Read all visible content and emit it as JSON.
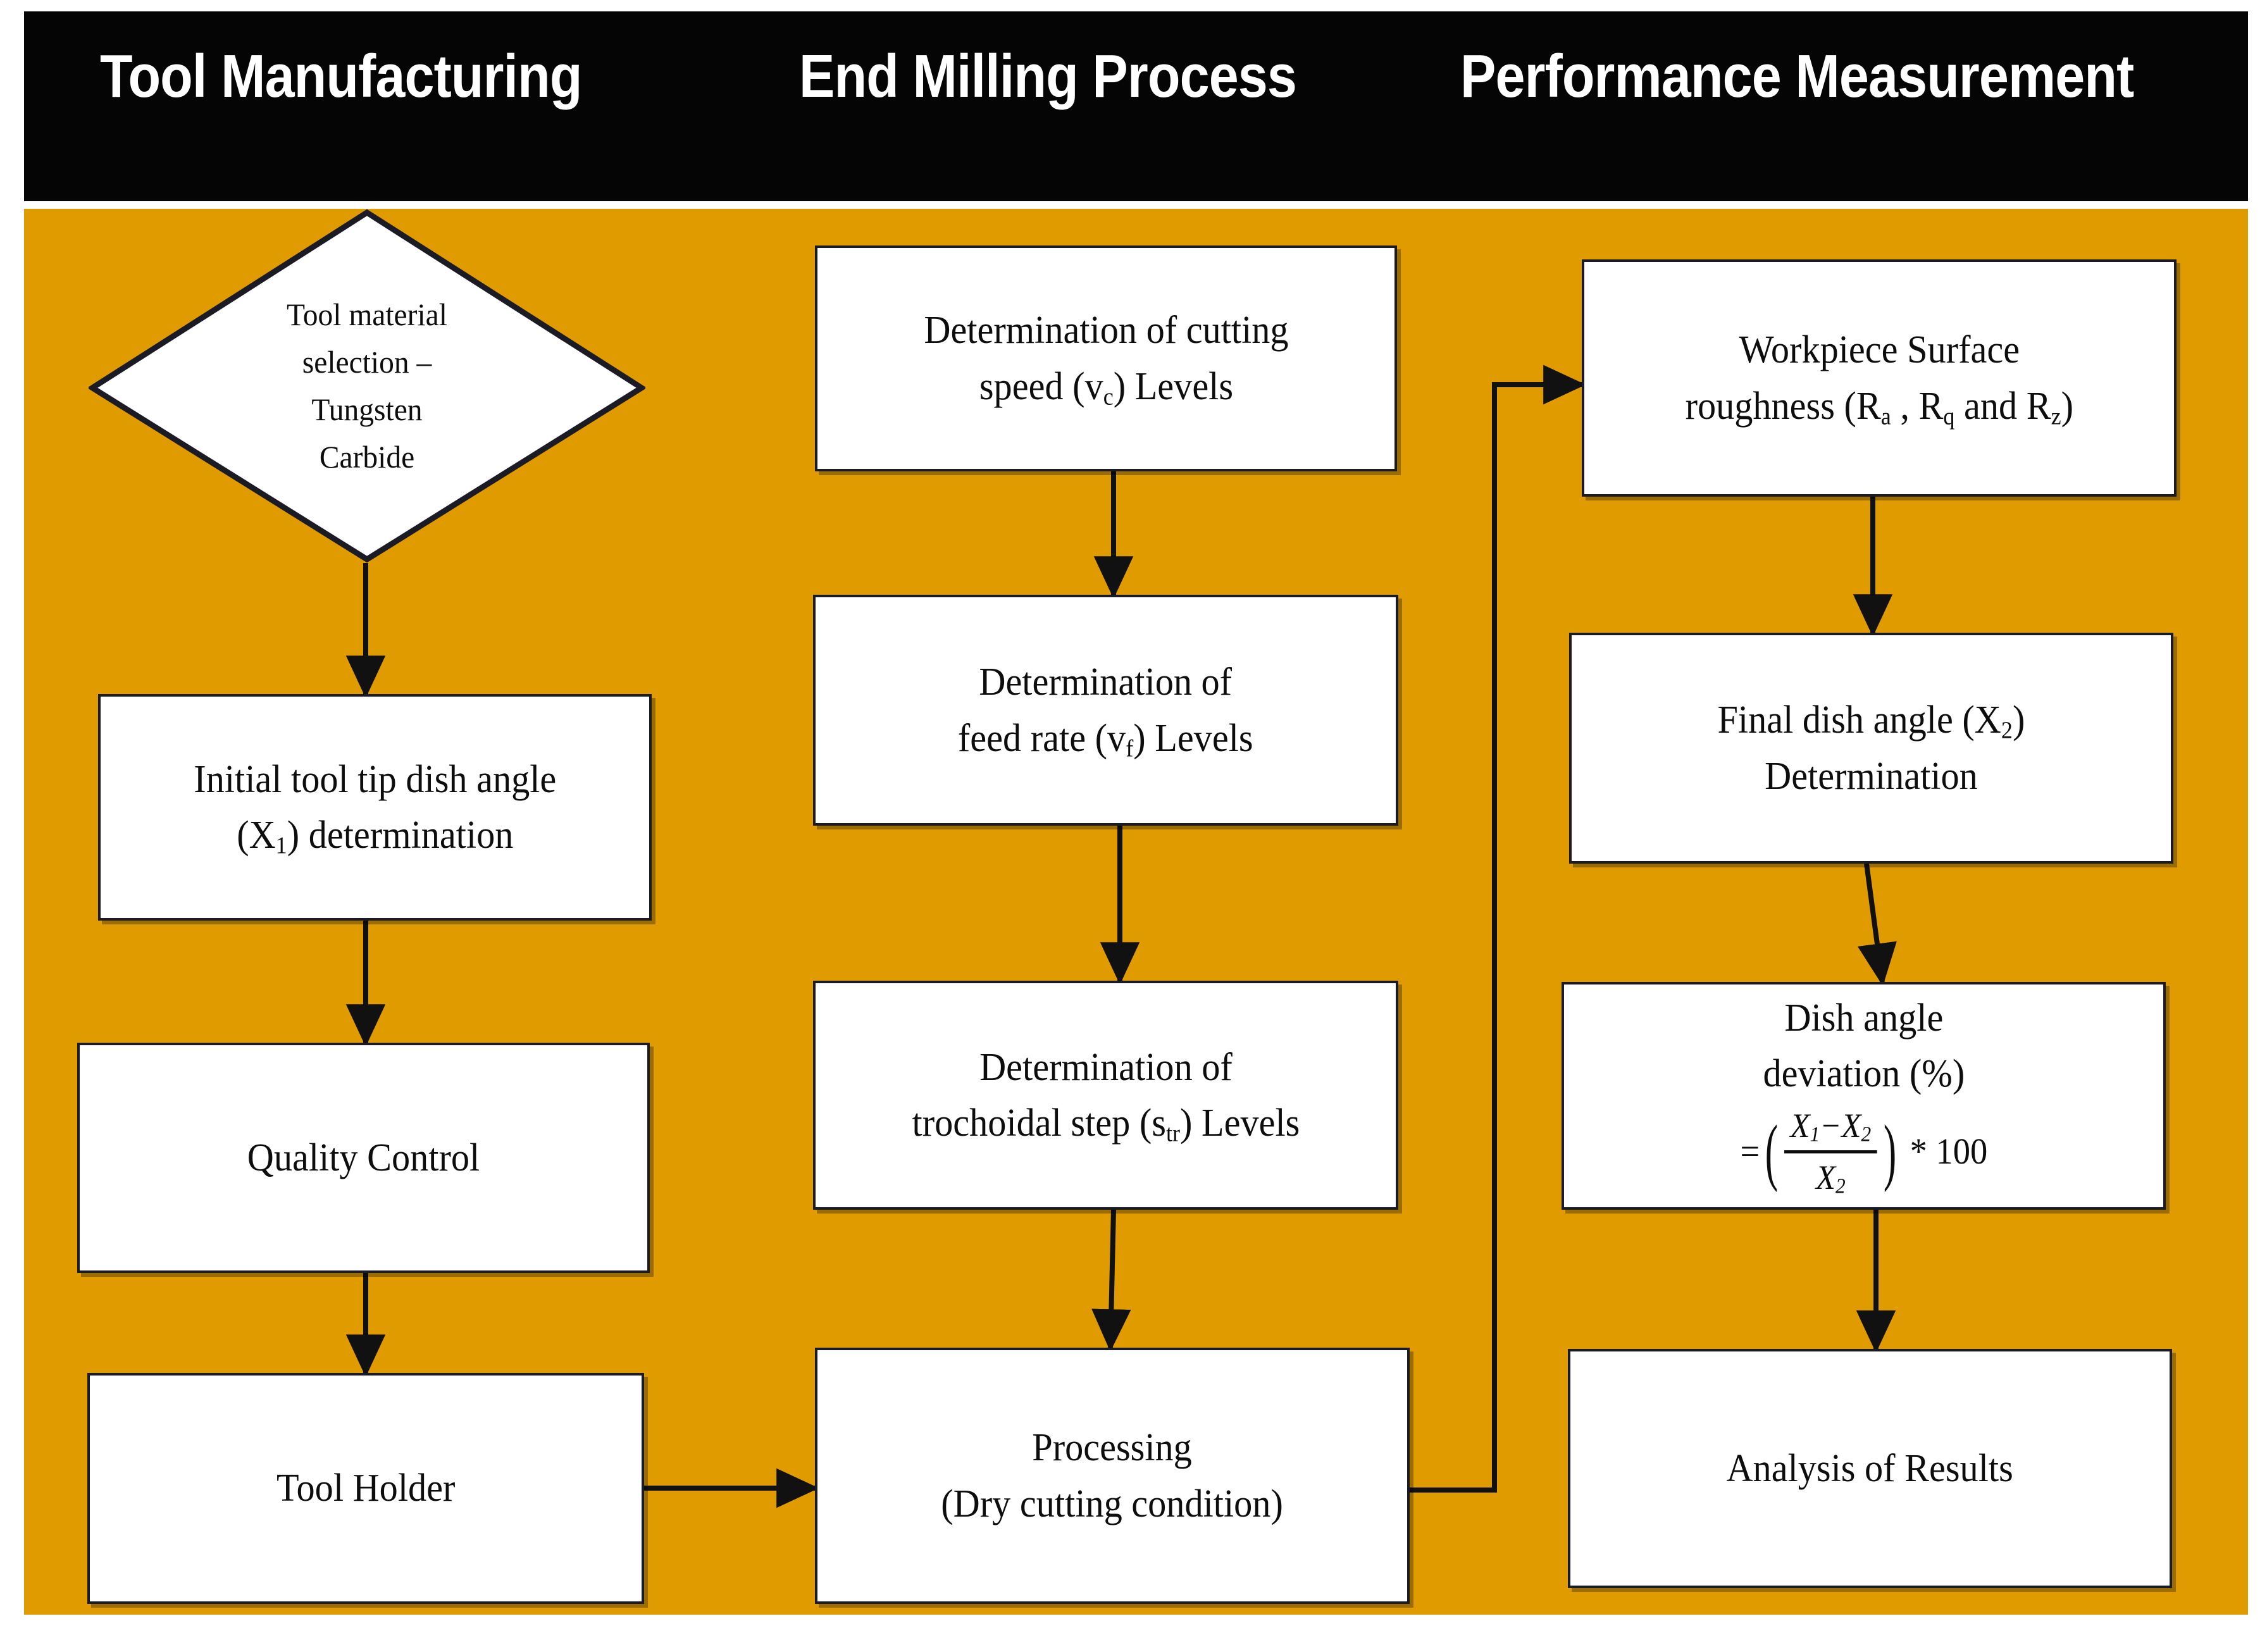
{
  "header": {
    "columns": [
      {
        "label": "Tool Manufacturing"
      },
      {
        "label": "End Milling Process"
      },
      {
        "label": "Performance Measurement"
      }
    ],
    "background_color": "#050505",
    "text_color": "#ffffff"
  },
  "panel": {
    "background_color": "#DF9B00"
  },
  "columns": {
    "tool_manufacturing": {
      "decision": {
        "shape": "diamond",
        "line1": "Tool material",
        "line2": "selection –",
        "line3": "Tungsten",
        "line4": "Carbide"
      },
      "steps": [
        {
          "line1": "Initial tool tip dish angle",
          "line2_pre": "(X",
          "line2_sub": "1",
          "line2_post": ") determination"
        },
        {
          "line1": "Quality Control"
        },
        {
          "line1": "Tool Holder"
        }
      ]
    },
    "end_milling_process": {
      "steps": [
        {
          "line1": "Determination of cutting",
          "line2_pre": "speed (v",
          "line2_sub": "c",
          "line2_post": ") Levels"
        },
        {
          "line1": "Determination of",
          "line2_pre": "feed rate (v",
          "line2_sub": "f",
          "line2_post": ") Levels"
        },
        {
          "line1": "Determination of",
          "line2_pre": "trochoidal step (s",
          "line2_sub": "tr",
          "line2_post": ") Levels"
        },
        {
          "line1": "Processing",
          "line2": "(Dry cutting condition)"
        }
      ]
    },
    "performance_measurement": {
      "steps": [
        {
          "line1": "Workpiece Surface",
          "line2_a": "roughness (R",
          "sub_a": "a",
          "line2_b": " , R",
          "sub_b": "q",
          "line2_c": " and R",
          "sub_c": "z",
          "line2_d": ")"
        },
        {
          "line1_pre": "Final dish angle (X",
          "line1_sub": "2",
          "line1_post": ")",
          "line2": "Determination"
        },
        {
          "line1": "Dish angle",
          "line2": "deviation (%)",
          "formula": {
            "eq": "=",
            "numerator_x1": "X",
            "numerator_sub1": "1",
            "minus": "−",
            "numerator_x2": "X",
            "numerator_sub2": "2",
            "denominator_x": "X",
            "denominator_sub": "2",
            "times": "* 100"
          }
        },
        {
          "line1": "Analysis of Results"
        }
      ]
    }
  },
  "edges": [
    {
      "from": "tool-material-selection-diamond",
      "to": "initial-dish-angle-box",
      "type": "vertical-arrow"
    },
    {
      "from": "initial-dish-angle-box",
      "to": "quality-control-box",
      "type": "vertical-arrow"
    },
    {
      "from": "quality-control-box",
      "to": "tool-holder-box",
      "type": "vertical-arrow"
    },
    {
      "from": "tool-holder-box",
      "to": "processing-box",
      "type": "horizontal-arrow"
    },
    {
      "from": "cutting-speed-box",
      "to": "feed-rate-box",
      "type": "vertical-arrow"
    },
    {
      "from": "feed-rate-box",
      "to": "trochoidal-step-box",
      "type": "vertical-arrow"
    },
    {
      "from": "trochoidal-step-box",
      "to": "processing-box",
      "type": "vertical-arrow"
    },
    {
      "from": "processing-box",
      "to": "surface-roughness-box",
      "type": "elbow-arrow"
    },
    {
      "from": "surface-roughness-box",
      "to": "final-dish-angle-box",
      "type": "vertical-arrow"
    },
    {
      "from": "final-dish-angle-box",
      "to": "dish-angle-deviation-box",
      "type": "vertical-arrow"
    },
    {
      "from": "dish-angle-deviation-box",
      "to": "analysis-of-results-box",
      "type": "vertical-arrow"
    }
  ]
}
